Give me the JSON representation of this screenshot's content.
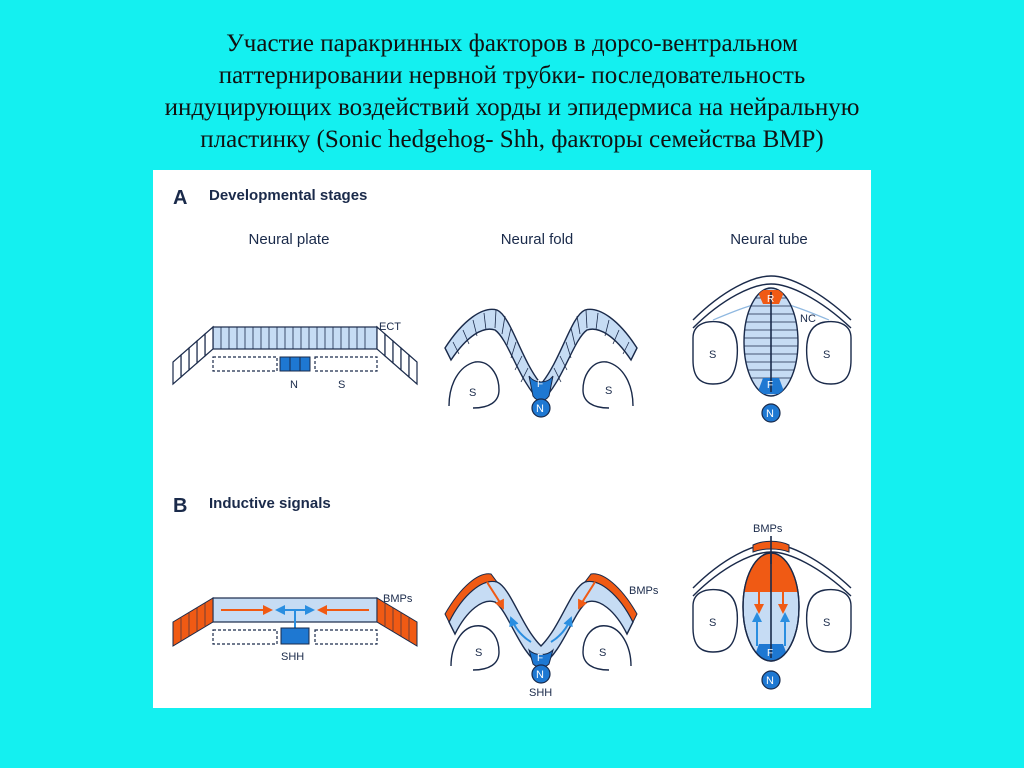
{
  "title_lines": [
    "Участие паракринных факторов в дорсо-вентральном",
    "паттернировании нервной трубки- последовательность",
    "индуцирующих воздействий хорды и эпидермиса на нейральную",
    "пластинку  (Sonic hedgehog- Shh,  факторы семейства BMP)"
  ],
  "panel_a": {
    "letter": "A",
    "heading": "Developmental stages",
    "stage_labels": [
      "Neural plate",
      "Neural fold",
      "Neural tube"
    ],
    "labels": {
      "ect": "ECT",
      "n": "N",
      "s": "S",
      "f": "F",
      "r": "R",
      "nc": "NC"
    }
  },
  "panel_b": {
    "letter": "B",
    "heading": "Inductive signals",
    "labels": {
      "bmps": "BMPs",
      "shh": "SHH",
      "s": "S",
      "f": "F",
      "n": "N"
    }
  },
  "colors": {
    "slide_background": "#14f0f0",
    "tissue_light": "#c6dcf4",
    "floor_plate_blue": "#1e78d2",
    "bmp_orange": "#f05a14",
    "outline": "#1a2a4a"
  }
}
